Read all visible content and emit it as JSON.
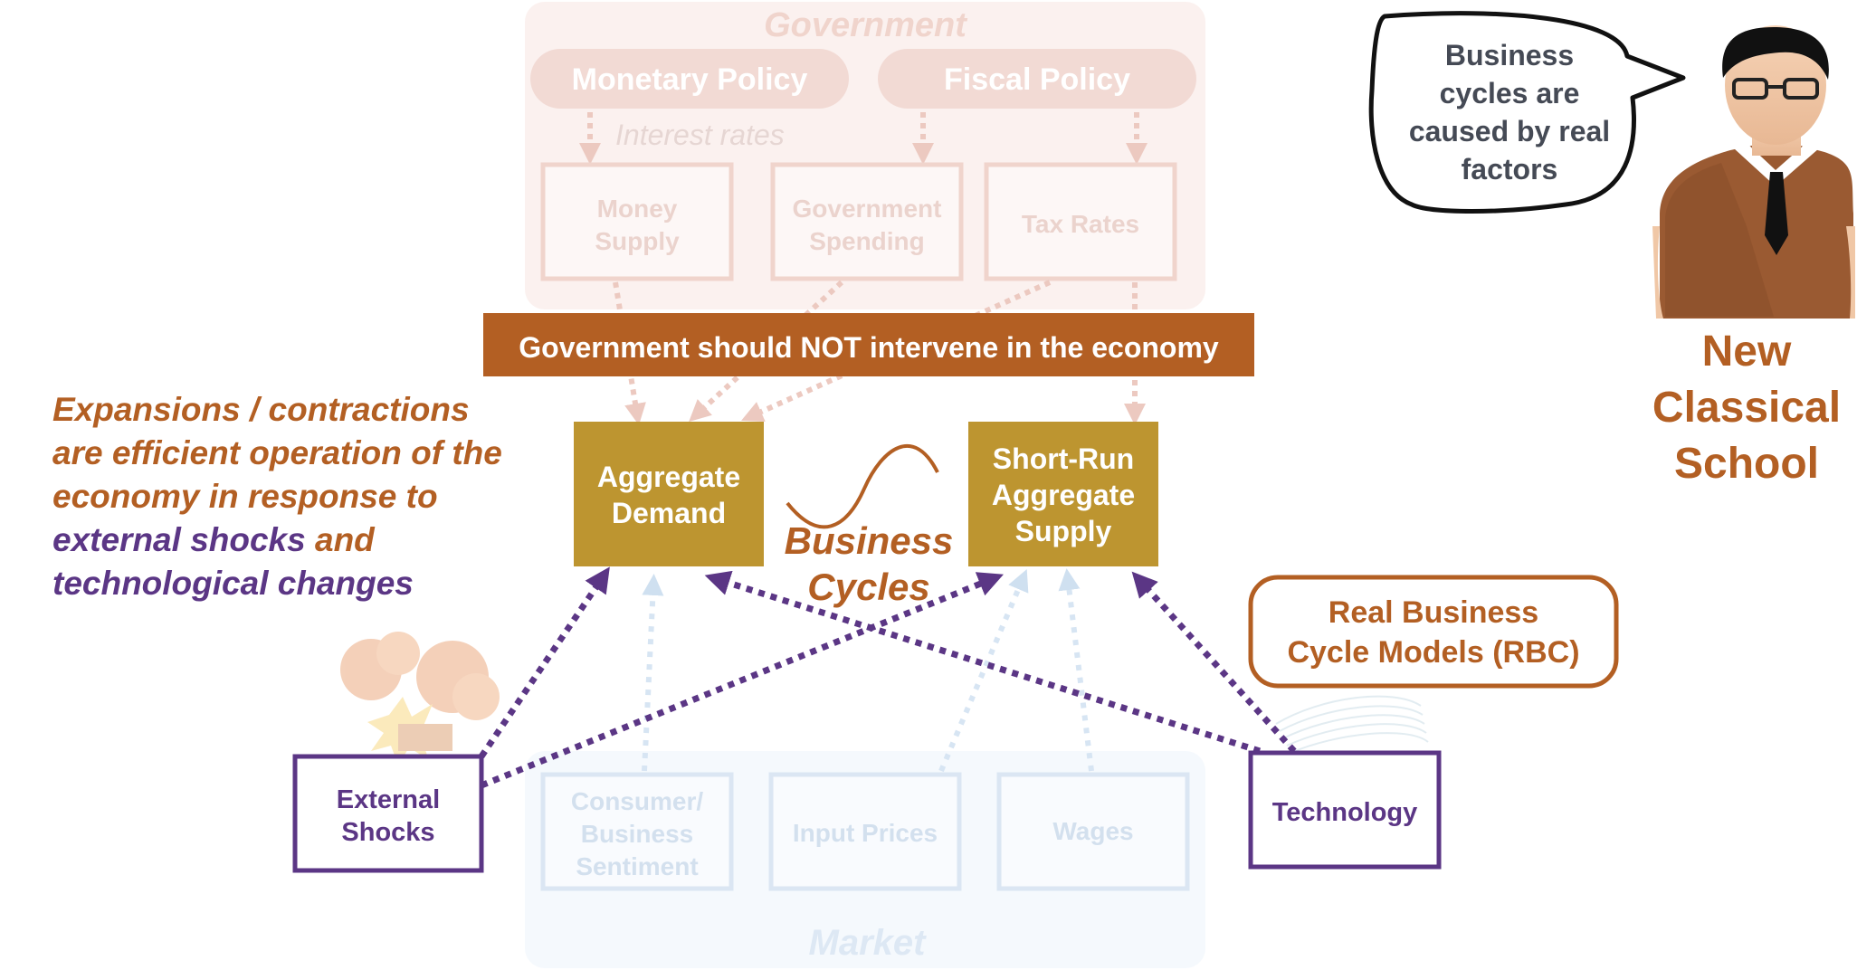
{
  "government": {
    "title": "Government",
    "monetary_policy": "Monetary Policy",
    "fiscal_policy": "Fiscal Policy",
    "interest_rates": "Interest rates",
    "money_supply": [
      "Money",
      "Supply"
    ],
    "government_spending": [
      "Government",
      "Spending"
    ],
    "tax_rates": "Tax Rates"
  },
  "banner": "Government should NOT intervene in the economy",
  "aggregate_demand": [
    "Aggregate",
    "Demand"
  ],
  "short_run_supply": [
    "Short-Run",
    "Aggregate",
    "Supply"
  ],
  "business_cycles": [
    "Business",
    "Cycles"
  ],
  "explanation": {
    "lines": [
      [
        {
          "t": "Expansions / contractions",
          "c": "orange"
        }
      ],
      [
        {
          "t": "are efficient operation of the",
          "c": "orange"
        }
      ],
      [
        {
          "t": "economy in response to",
          "c": "orange"
        }
      ],
      [
        {
          "t": "external shocks",
          "c": "purple"
        },
        {
          "t": " and",
          "c": "orange"
        }
      ],
      [
        {
          "t": "technological changes",
          "c": "purple"
        }
      ]
    ]
  },
  "market": {
    "title": "Market",
    "consumer_sentiment": [
      "Consumer/",
      "Business",
      "Sentiment"
    ],
    "input_prices": "Input Prices",
    "wages": "Wages"
  },
  "external_shocks": [
    "External",
    "Shocks"
  ],
  "technology": "Technology",
  "rbc": [
    "Real Business",
    "Cycle Models (RBC)"
  ],
  "speech_bubble": [
    "Business",
    "cycles are",
    "caused by real",
    "factors"
  ],
  "school": [
    "New",
    "Classical",
    "School"
  ],
  "colors": {
    "orange": "#b35f23",
    "purple": "#5b3685",
    "gold": "#bd9530",
    "gov_faded": "#f2d9d3",
    "gov_text_faded": "#e8c9c1",
    "market_faded": "#dde8f4",
    "market_text_faded": "#cfdcec"
  }
}
